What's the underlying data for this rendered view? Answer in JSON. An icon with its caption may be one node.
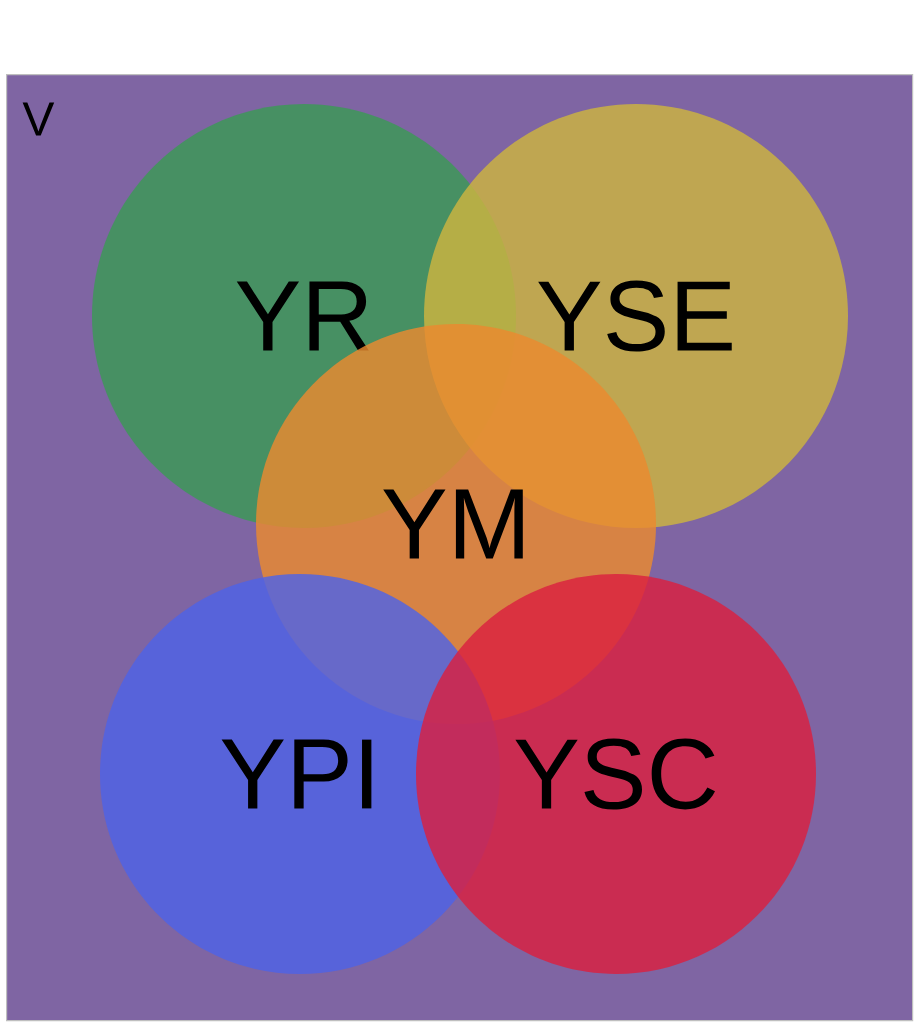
{
  "diagram": {
    "nodes": [
      {
        "text": [
          "V"
        ]
      },
      {
        "text": [
          "YR"
        ],
        "in": 0
      },
      {
        "text": [
          "YSE"
        ],
        "in": 0
      },
      {
        "text": [
          "YM"
        ],
        "in": 0
      },
      {
        "text": [
          "YPI"
        ],
        "in": 0
      },
      {
        "text": [
          "YSC"
        ],
        "in": 0
      }
    ]
  }
}
